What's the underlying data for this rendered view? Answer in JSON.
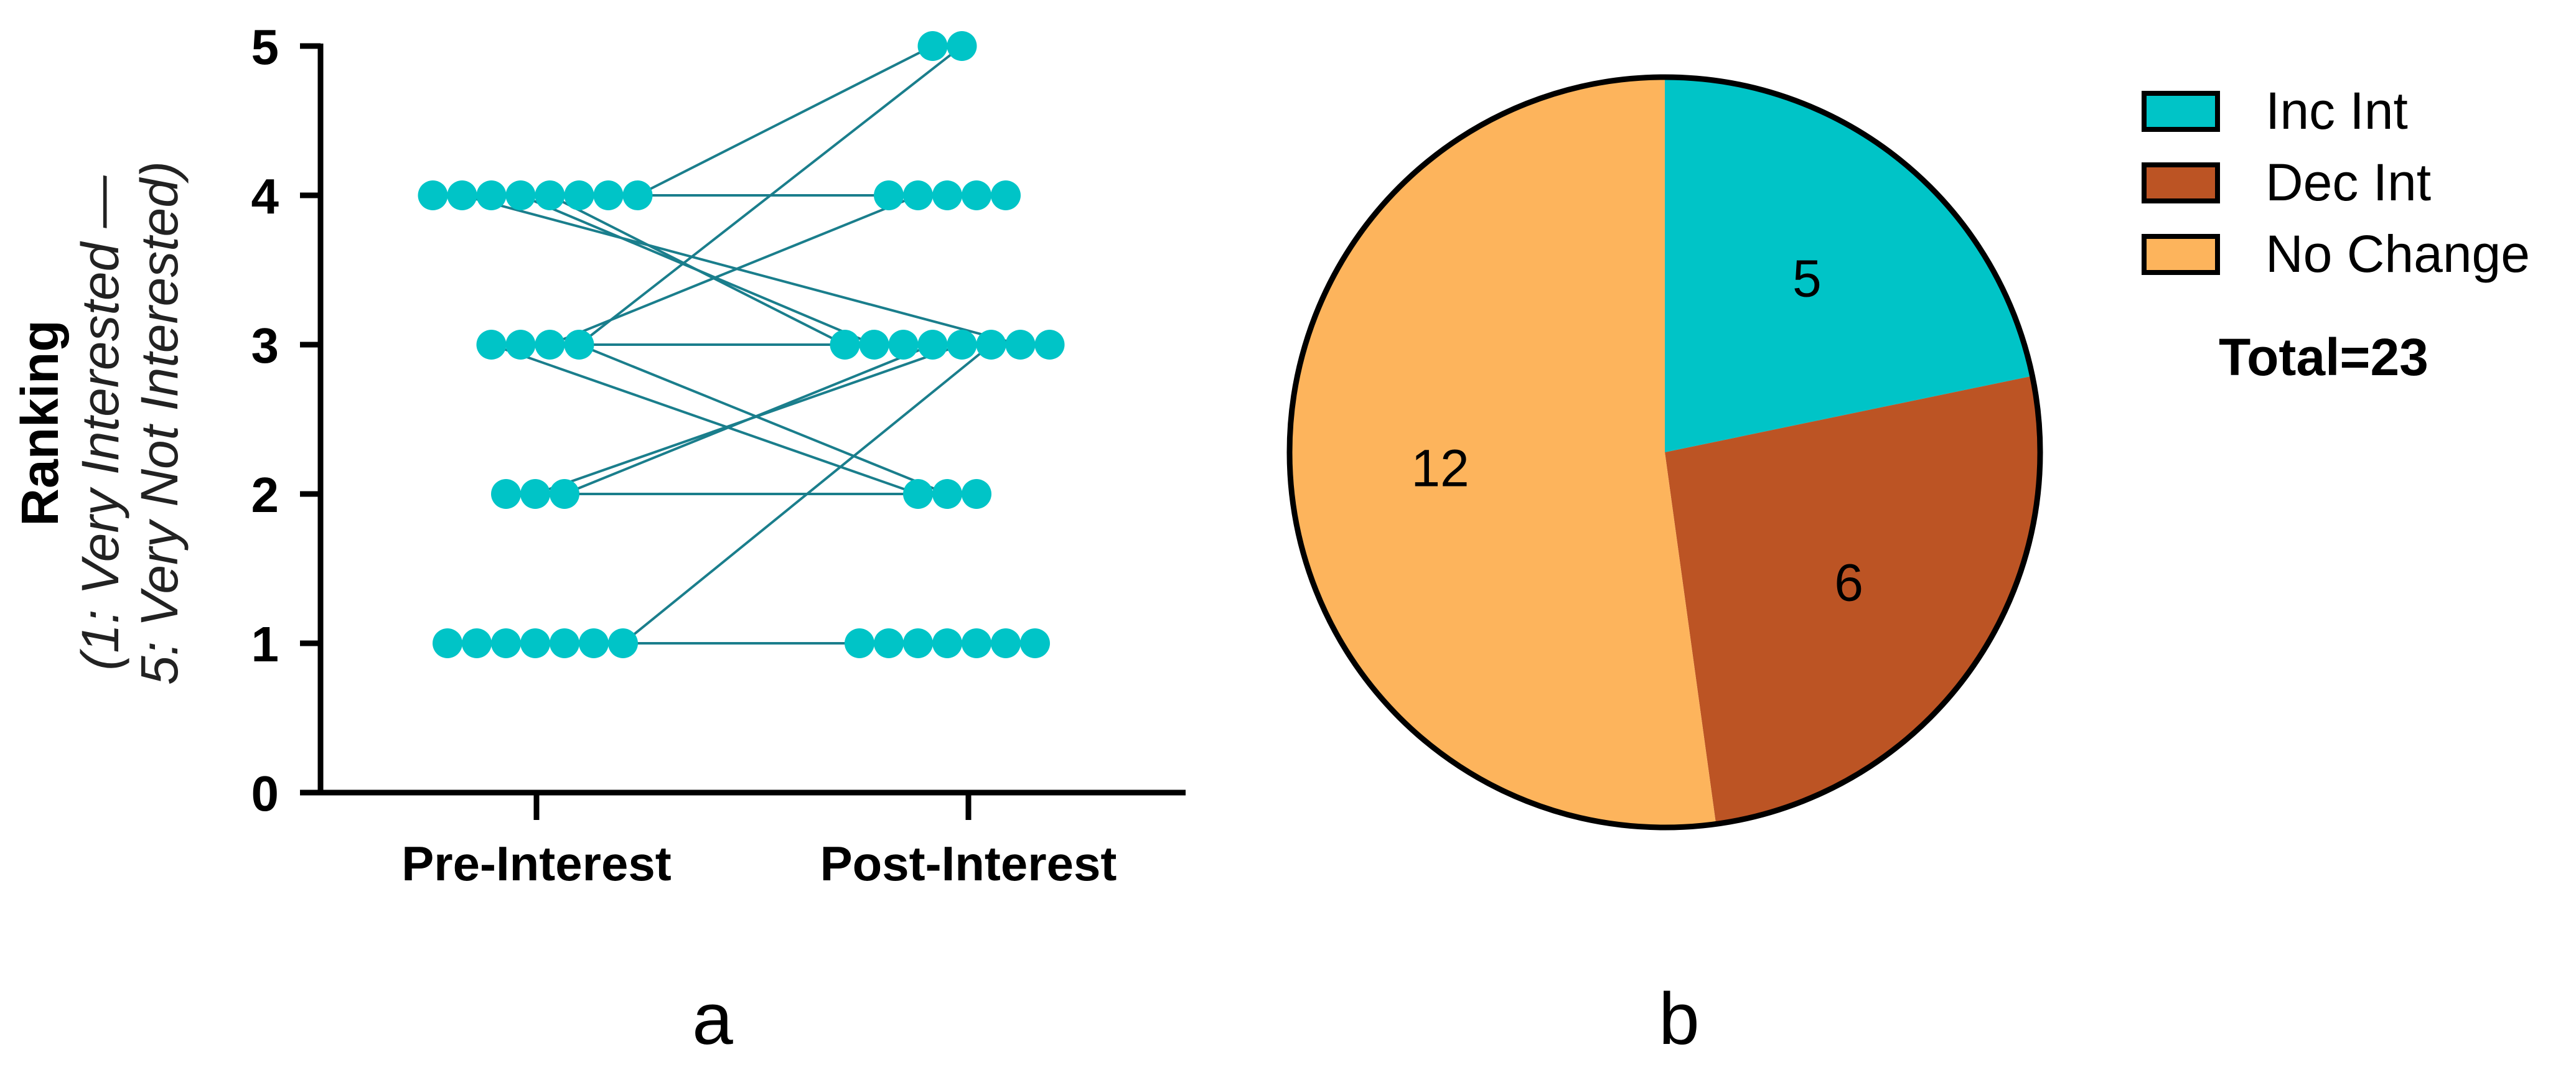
{
  "chart_data": [
    {
      "type": "scatter",
      "panel_label": "a",
      "categories": [
        "Pre-Interest",
        "Post-Interest"
      ],
      "ylabel_main": "Ranking",
      "ylabel_sub_1": "(1: Very Interested —",
      "ylabel_sub_2": "5: Very Not Interested)",
      "ylim": [
        0,
        5
      ],
      "yticks": [
        "0",
        "1",
        "2",
        "3",
        "4",
        "5"
      ],
      "colors": {
        "marker": "#00c4c7",
        "line": "#1a7e8c"
      },
      "pairs": [
        [
          4,
          5
        ],
        [
          3,
          5
        ],
        [
          4,
          4
        ],
        [
          3,
          4
        ],
        [
          4,
          4
        ],
        [
          4,
          3
        ],
        [
          4,
          3
        ],
        [
          3,
          3
        ],
        [
          2,
          3
        ],
        [
          2,
          3
        ],
        [
          1,
          3
        ],
        [
          3,
          2
        ],
        [
          3,
          2
        ],
        [
          2,
          2
        ],
        [
          1,
          1
        ],
        [
          1,
          1
        ],
        [
          1,
          1
        ],
        [
          1,
          1
        ],
        [
          1,
          1
        ],
        [
          1,
          1
        ],
        [
          4,
          4
        ],
        [
          4,
          3
        ],
        [
          1,
          1
        ]
      ],
      "point_counts": {
        "pre": {
          "4": 8,
          "3": 4,
          "2": 3,
          "1": 7
        },
        "post": {
          "5": 2,
          "4": 5,
          "3": 8,
          "2": 3,
          "1": 7
        }
      }
    },
    {
      "type": "pie",
      "panel_label": "b",
      "labels": [
        "Inc Int",
        "Dec Int",
        "No Change"
      ],
      "values": [
        5,
        6,
        12
      ],
      "colors": [
        "#00c4c7",
        "#bc5424",
        "#fdb45c"
      ],
      "legend": "right",
      "total_label": "Total=23"
    }
  ]
}
